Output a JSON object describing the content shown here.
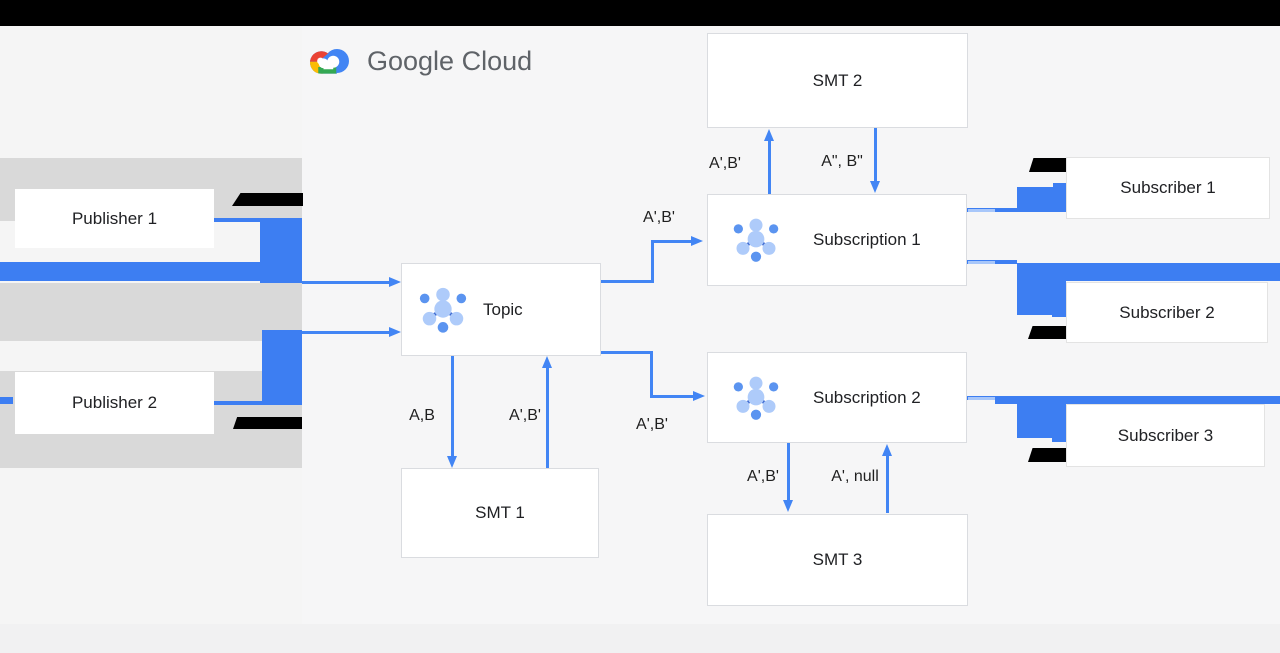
{
  "logo": {
    "text": "Google Cloud"
  },
  "nodes": {
    "publisher1": {
      "label": "Publisher 1"
    },
    "publisher2": {
      "label": "Publisher 2"
    },
    "topic": {
      "label": "Topic"
    },
    "smt1": {
      "label": "SMT 1"
    },
    "smt2": {
      "label": "SMT 2"
    },
    "smt3": {
      "label": "SMT 3"
    },
    "subscription1": {
      "label": "Subscription 1"
    },
    "subscription2": {
      "label": "Subscription 2"
    },
    "subscriber1": {
      "label": "Subscriber 1"
    },
    "subscriber2": {
      "label": "Subscriber 2"
    },
    "subscriber3": {
      "label": "Subscriber 3"
    }
  },
  "edge_labels": {
    "topic_to_sub1": "A',B'",
    "topic_to_sub2": "A',B'",
    "topic_to_smt1": "A,B",
    "smt1_to_topic": "A',B'",
    "sub1_to_smt2": "A',B'",
    "smt2_to_sub1": "A\", B\"",
    "sub2_to_smt3": "A',B'",
    "smt3_to_sub2": "A', null"
  },
  "icons": {
    "topic": "pubsub-topic-icon",
    "subscription1": "pubsub-subscription-icon",
    "subscription2": "pubsub-subscription-icon",
    "logo": "google-cloud-logo-icon"
  },
  "colors": {
    "accent_blue_overlay": "#3d7ef2",
    "arrow_blue": "#4285f4",
    "light_blue": "#a8c7fa",
    "band_gray": "#d9d9d9",
    "left_panel_bg": "#f5f5f5",
    "main_bg": "#f6f6f7",
    "bottom_strip_bg": "#f1f1f2",
    "redaction_black": "#000000",
    "logo_text_gray": "#5f6368",
    "icon_light_blue": "#aecbfa",
    "icon_medium_blue": "#5b94f0"
  }
}
